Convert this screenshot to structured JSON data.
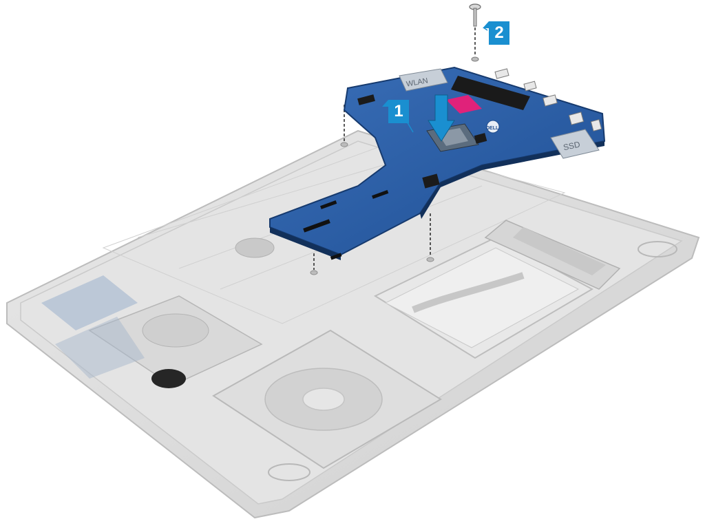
{
  "labels": {
    "wlan": "WLAN",
    "ssd": "SSD",
    "board_brand": "DELL"
  },
  "callouts": [
    "1",
    "2"
  ],
  "colors": {
    "board": "#2b5fa8",
    "board_dark": "#1e4b8c",
    "callout": "#1a8fd0",
    "chassis": "#dcdcdc",
    "thermal_pad": "#e0227a"
  },
  "icons": {
    "screw": "screw-icon",
    "arrow": "down-arrow-icon"
  }
}
